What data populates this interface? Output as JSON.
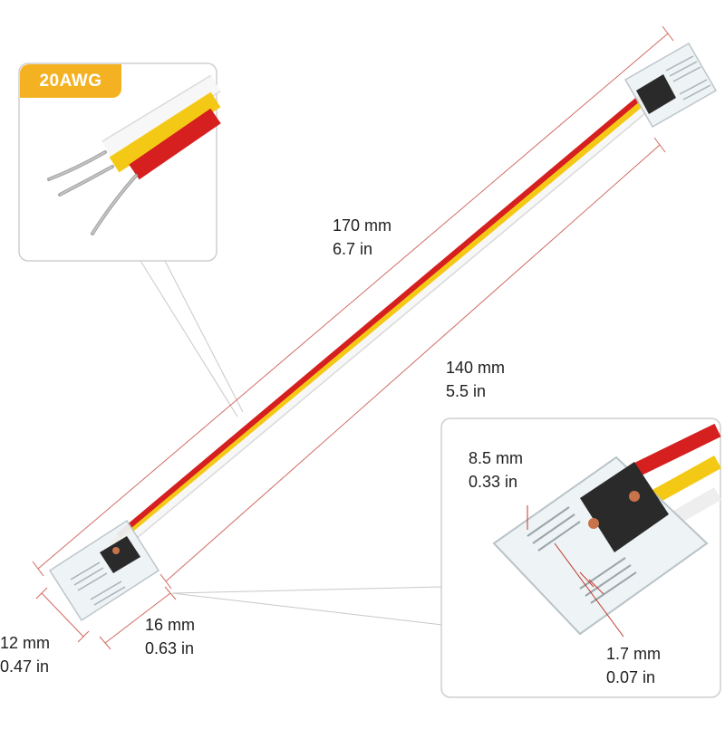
{
  "gauge_badge": "20AWG",
  "colors": {
    "badge": "#f4b223",
    "wire_red": "#d61f1f",
    "wire_yellow": "#f4c916",
    "wire_white": "#f7f7f7",
    "dimension_line": "#c0392b"
  },
  "dimensions": {
    "total_length": {
      "mm": "170 mm",
      "in": "6.7 in"
    },
    "cable_length": {
      "mm": "140 mm",
      "in": "5.5 in"
    },
    "connector_width": {
      "mm": "12 mm",
      "in": "0.47 in"
    },
    "connector_depth": {
      "mm": "16 mm",
      "in": "0.63 in"
    },
    "strip_width": {
      "mm": "8.5 mm",
      "in": "0.33 in"
    },
    "pin_pitch": {
      "mm": "1.7 mm",
      "in": "0.07 in"
    }
  }
}
